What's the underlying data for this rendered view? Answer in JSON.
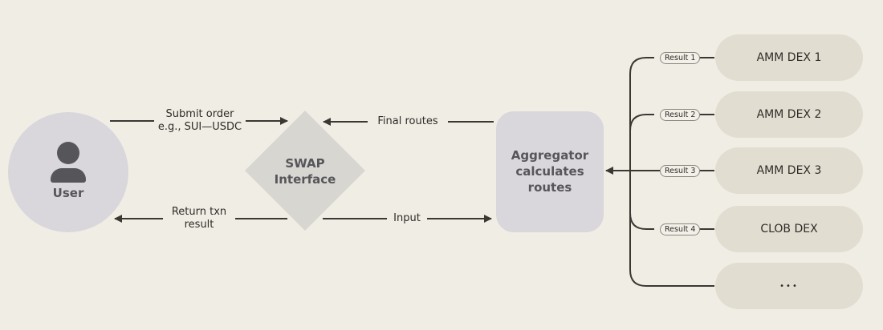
{
  "nodes": {
    "user": {
      "label": "User",
      "icon": "user-icon"
    },
    "swap": {
      "line1": "SWAP",
      "line2": "Interface"
    },
    "aggregator": {
      "line1": "Aggregator",
      "line2": "calculates",
      "line3": "routes"
    },
    "dexes": [
      {
        "label": "AMM DEX 1",
        "result": "Result 1"
      },
      {
        "label": "AMM DEX 2",
        "result": "Result 2"
      },
      {
        "label": "AMM DEX 3",
        "result": "Result 3"
      },
      {
        "label": "CLOB DEX",
        "result": "Result 4"
      },
      {
        "label": "•••",
        "result": ""
      }
    ]
  },
  "edges": {
    "submit_order": {
      "line1": "Submit order",
      "line2": "e.g., SUI—USDC"
    },
    "return_txn": {
      "line1": "Return txn",
      "line2": "result"
    },
    "final_routes": "Final routes",
    "input": "Input"
  },
  "colors": {
    "background": "#f0ede5",
    "node_gray": "#d9d6dc",
    "dex_fill": "#e2ddd1",
    "line": "#3b3833"
  }
}
